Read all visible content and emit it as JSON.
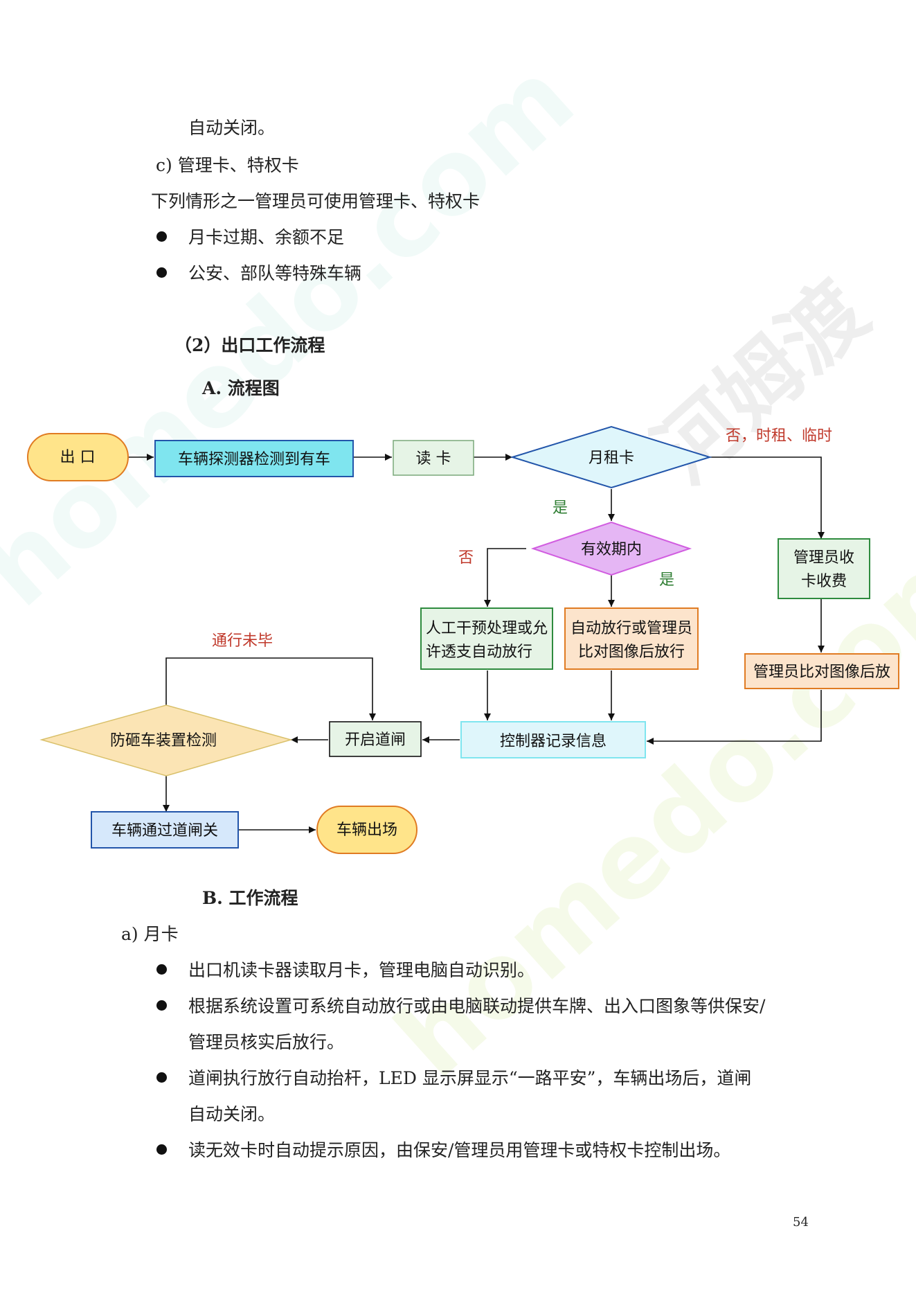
{
  "paragraphs": {
    "line1": "自动关闭。",
    "c_title": "c)  管理卡、特权卡",
    "c_intro": "下列情形之一管理员可使用管理卡、特权卡",
    "c_items": [
      "月卡过期、余额不足",
      "公安、部队等特殊车辆"
    ],
    "section2": "（2）出口工作流程",
    "subA": "A.   流程图",
    "subB": "B.   工作流程",
    "a_title": "a)  月卡",
    "a_items": [
      "出口机读卡器读取月卡，管理电脑自动识别。",
      "根据系统设置可系统自动放行或由电脑联动提供车牌、出入口图象等供保安/",
      "管理员核实后放行。",
      "道闸执行放行自动抬杆，LED 显示屏显示“一路平安”，车辆出场后，道闸",
      "自动关闭。",
      "读无效卡时自动提示原因，由保安/管理员用管理卡或特权卡控制出场。"
    ]
  },
  "flow": {
    "exit": "出  口",
    "detector": "车辆探测器检测到有车",
    "read_card": "读  卡",
    "monthly": "月租卡",
    "no_label": "否，时租、临时",
    "yes1": "是",
    "valid": "有效期内",
    "no2": "否",
    "yes2": "是",
    "fee_l1": "管理员收",
    "fee_l2": "卡收费",
    "manual_l1": "人工干预处理或允",
    "manual_l2": "许透支自动放行",
    "auto_l1": "自动放行或管理员",
    "auto_l2": "比对图像后放行",
    "compare": "管理员比对图像后放",
    "unfinished": "通行未毕",
    "anti": "防砸车装置检测",
    "open_gate": "开启道闸",
    "record": "控制器记录信息",
    "pass_close": "车辆通过道闸关",
    "leave": "车辆出场"
  },
  "colors": {
    "cyan_fill": "#7fe5ef",
    "green_stroke": "#2e8b3e",
    "blue_stroke": "#2255aa",
    "orange_stroke": "#e07b22",
    "yellow_fill": "#ffe48a",
    "orange_fill": "#fce4cc",
    "purple_fill": "#e5b6f4",
    "purple_stroke": "#d15de0",
    "diamond_fill": "#fbe4b4"
  },
  "page_number": "54",
  "watermark": {
    "left": "homedo.com",
    "right": "河姆渡"
  }
}
